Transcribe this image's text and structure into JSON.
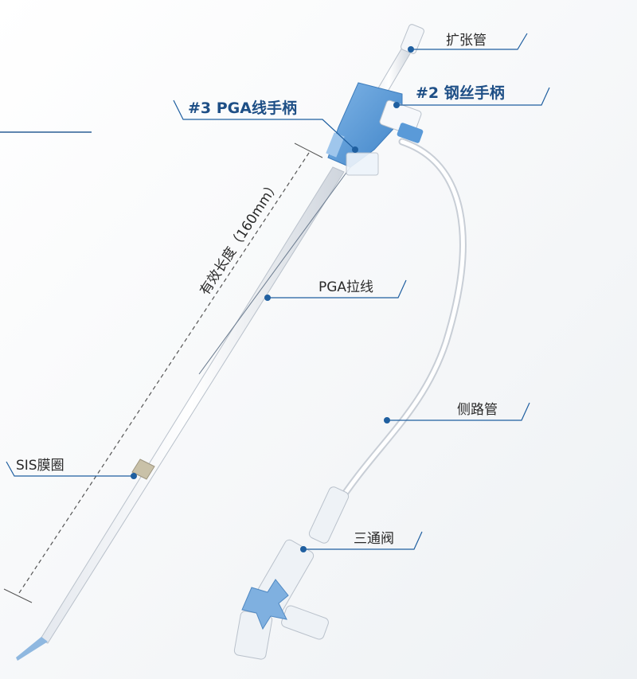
{
  "labels": {
    "dilator": "扩张管",
    "wire_handle": "#2 钢丝手柄",
    "pga_handle": "#3 PGA线手柄",
    "pga_thread": "PGA拉线",
    "side_tube": "侧路管",
    "sis_ring": "SIS膜圈",
    "stopcock": "三通阀",
    "effective_length": "有效长度（160mm）"
  },
  "colors": {
    "accent_blue": "#5a9ad8",
    "leader_blue": "#1f5fa0",
    "label_text": "#2a2a2a",
    "sis_ring": "#c9c1a8"
  }
}
